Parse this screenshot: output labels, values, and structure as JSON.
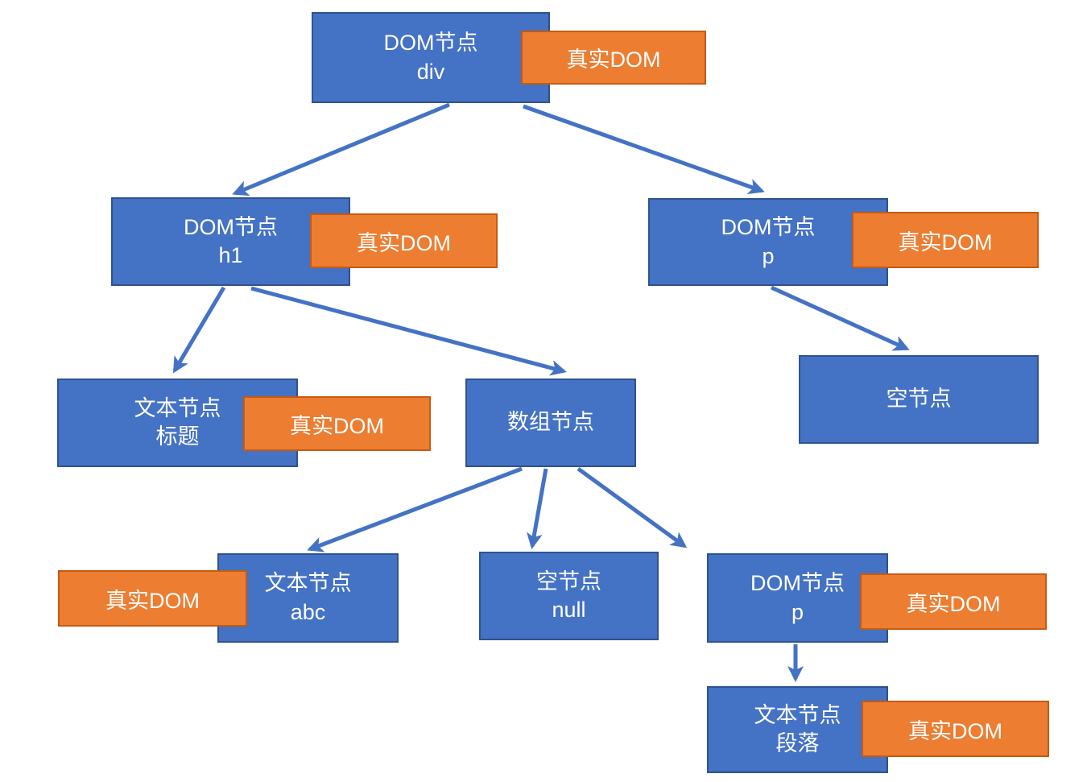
{
  "diagram": {
    "type": "tree",
    "description": "virtual DOM tree mapped to real DOM nodes"
  },
  "badge_label": "真实DOM",
  "nodes": {
    "root": {
      "title": "DOM节点",
      "subtitle": "div"
    },
    "h1": {
      "title": "DOM节点",
      "subtitle": "h1"
    },
    "p": {
      "title": "DOM节点",
      "subtitle": "p"
    },
    "text_title": {
      "title": "文本节点",
      "subtitle": "标题"
    },
    "array": {
      "title": "数组节点",
      "subtitle": ""
    },
    "empty": {
      "title": "空节点",
      "subtitle": ""
    },
    "text_abc": {
      "title": "文本节点",
      "subtitle": "abc"
    },
    "empty_null": {
      "title": "空节点",
      "subtitle": "null"
    },
    "p2": {
      "title": "DOM节点",
      "subtitle": "p"
    },
    "text_para": {
      "title": "文本节点",
      "subtitle": "段落"
    }
  },
  "edges": [
    {
      "from": "root",
      "to": "h1"
    },
    {
      "from": "root",
      "to": "p"
    },
    {
      "from": "h1",
      "to": "text_title"
    },
    {
      "from": "h1",
      "to": "array"
    },
    {
      "from": "p",
      "to": "empty"
    },
    {
      "from": "array",
      "to": "text_abc"
    },
    {
      "from": "array",
      "to": "empty_null"
    },
    {
      "from": "array",
      "to": "p2"
    },
    {
      "from": "p2",
      "to": "text_para"
    }
  ],
  "colors": {
    "node_fill": "#4472C4",
    "node_border": "#2F528F",
    "badge_fill": "#ED7D31",
    "badge_border": "#C55A11",
    "arrow": "#4472C4",
    "text": "#FFFFFF",
    "background": "#FFFFFF"
  }
}
